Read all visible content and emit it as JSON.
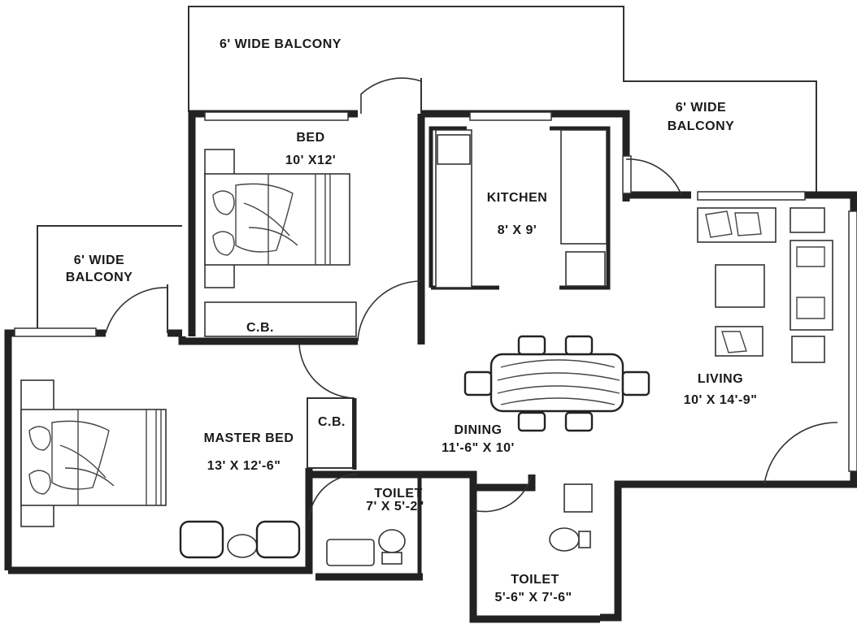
{
  "plan": {
    "rooms": {
      "balcony_top": {
        "line1": "6' WIDE BALCONY"
      },
      "balcony_right": {
        "line1": "6' WIDE",
        "line2": "BALCONY"
      },
      "balcony_left": {
        "line1": "6' WIDE",
        "line2": "BALCONY"
      },
      "bed": {
        "name": "BED",
        "size": "10' X12'"
      },
      "kitchen": {
        "name": "KITCHEN",
        "size": "8' X 9'"
      },
      "living": {
        "name": "LIVING",
        "size": "10' X 14'-9\""
      },
      "dining": {
        "name": "DINING",
        "size": "11'-6\" X 10'"
      },
      "master_bed": {
        "name": "MASTER BED",
        "size": "13' X 12'-6\""
      },
      "cb_bed": {
        "name": "C.B."
      },
      "cb_master": {
        "name": "C.B."
      },
      "toilet_1": {
        "name": "TOILET",
        "size": "7' X 5'-2\""
      },
      "toilet_2": {
        "name": "TOILET",
        "size": "5'-6\" X 7'-6\""
      }
    }
  }
}
